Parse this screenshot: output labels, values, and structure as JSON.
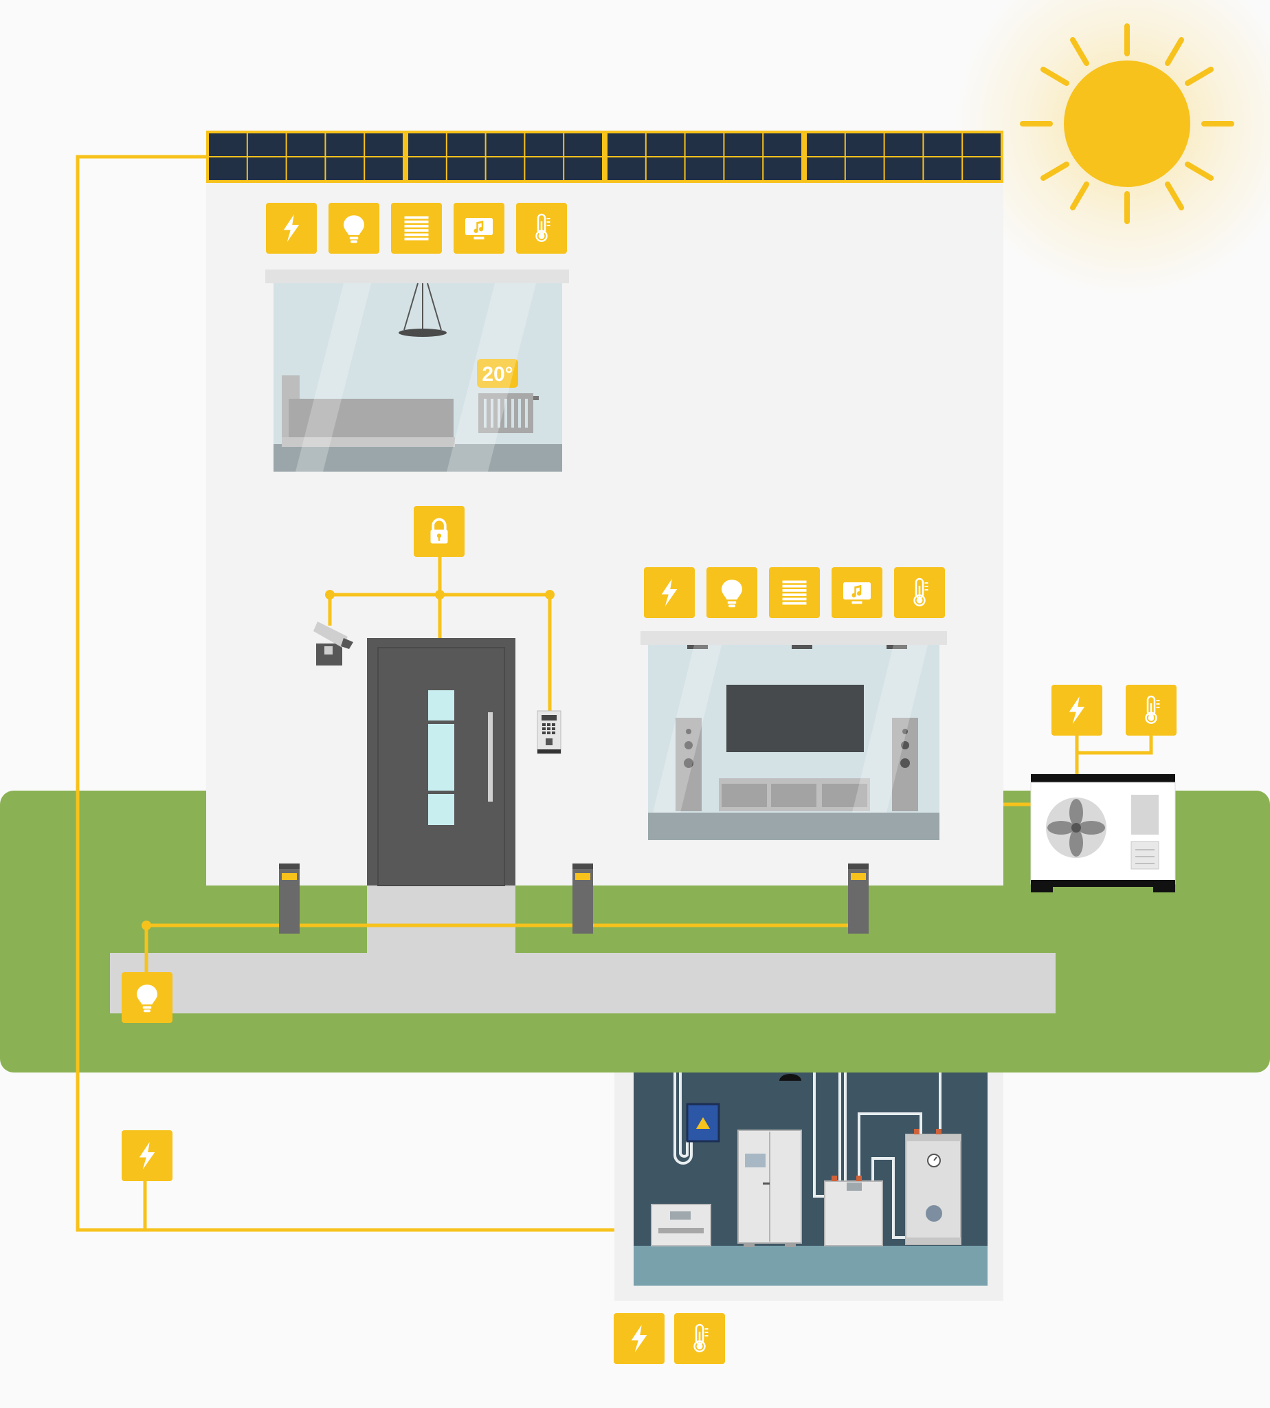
{
  "colors": {
    "accent": "#f7c21b",
    "grass": "#8ab153",
    "wall": "#f3f3f3",
    "basement_wall": "#3e5563",
    "door": "#585858",
    "solar_panel": "#223046",
    "room_glass": "#d4e2e6"
  },
  "bedroom": {
    "thermostat_reading": "20°",
    "icons": [
      "power-icon",
      "bulb-icon",
      "blinds-icon",
      "media-icon",
      "thermometer-icon"
    ]
  },
  "living_room": {
    "icons": [
      "power-icon",
      "bulb-icon",
      "blinds-icon",
      "media-icon",
      "thermometer-icon"
    ]
  },
  "entrance": {
    "icons": [
      "lock-icon"
    ],
    "devices": [
      "security-camera",
      "door",
      "keypad"
    ]
  },
  "heat_pump": {
    "icons": [
      "power-icon",
      "thermometer-icon"
    ]
  },
  "garden": {
    "icons": [
      "bulb-icon"
    ],
    "devices": [
      "bollard-light",
      "bollard-light",
      "bollard-light"
    ]
  },
  "grid": {
    "icons": [
      "power-icon"
    ]
  },
  "basement": {
    "icons": [
      "power-icon",
      "thermometer-icon"
    ],
    "devices": [
      "electric-meter",
      "fuse-box",
      "battery-cabinet",
      "inverter",
      "hot-water-tank"
    ]
  },
  "sun": {
    "icon": "sun-icon"
  },
  "roof": {
    "device": "solar-panels"
  }
}
